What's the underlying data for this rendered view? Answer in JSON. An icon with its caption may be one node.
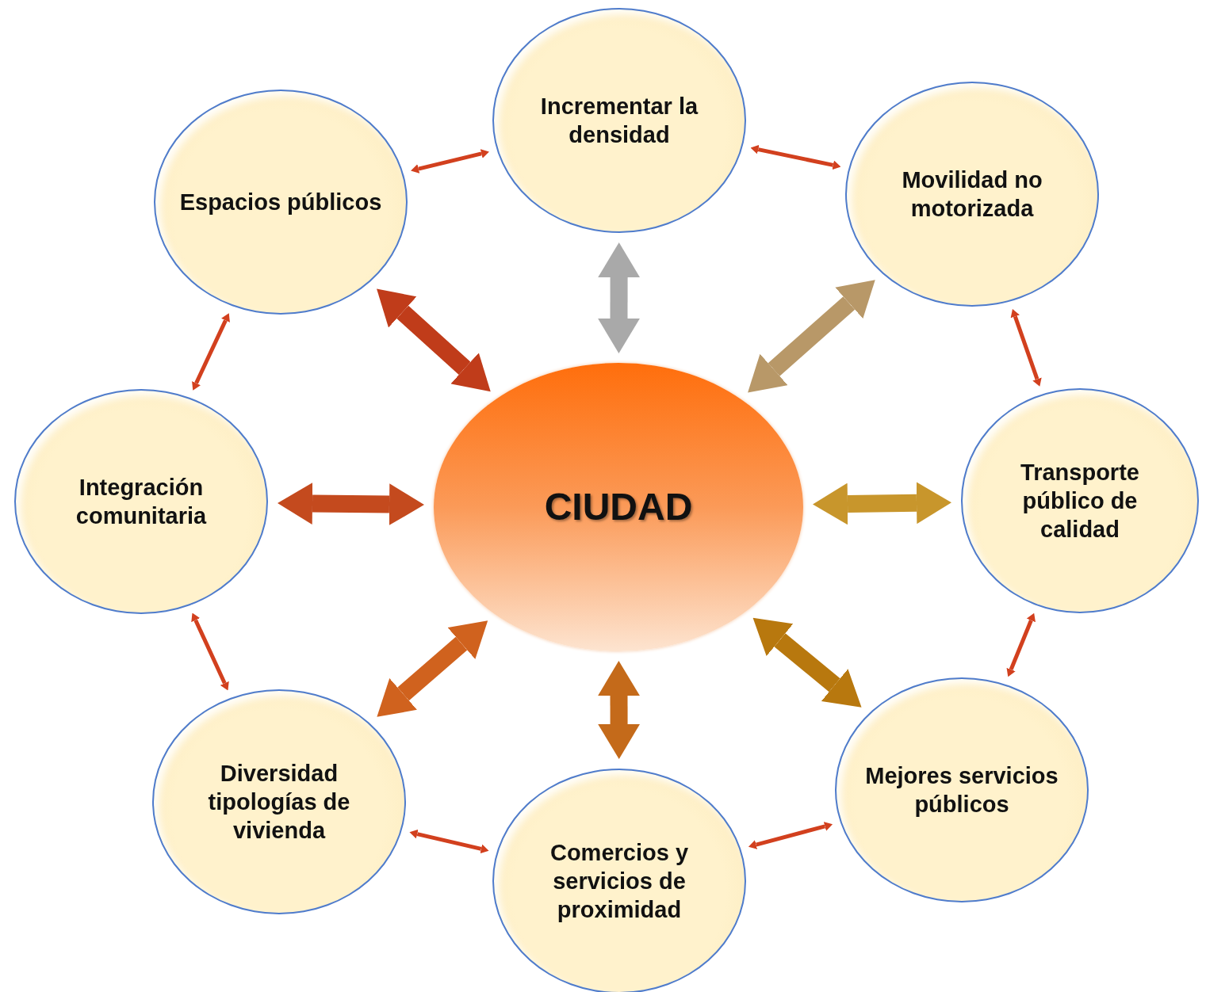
{
  "diagram": {
    "nodes": [
      {
        "text": [
          "CIUDAD"
        ]
      },
      {
        "text": [
          "Incrementar la densidad"
        ]
      },
      {
        "text": [
          "Movilidad no motorizada"
        ]
      },
      {
        "text": [
          "Transporte público de calidad"
        ]
      },
      {
        "text": [
          "Mejores servicios públicos"
        ]
      },
      {
        "text": [
          "Comercios y servicios de proximidad"
        ]
      },
      {
        "text": [
          "Diversidad tipologías de vivienda"
        ]
      },
      {
        "text": [
          "Integración comunitaria"
        ]
      },
      {
        "text": [
          "Espacios públicos"
        ]
      }
    ],
    "edges": [
      {
        "from": 0,
        "to": 1,
        "arrow": "both",
        "style": "thick",
        "color": "#a9a9a9"
      },
      {
        "from": 0,
        "to": 2,
        "arrow": "both",
        "style": "thick",
        "color": "#b89868"
      },
      {
        "from": 0,
        "to": 3,
        "arrow": "both",
        "style": "thick",
        "color": "#c8962c"
      },
      {
        "from": 0,
        "to": 4,
        "arrow": "both",
        "style": "thick",
        "color": "#b8780e"
      },
      {
        "from": 0,
        "to": 5,
        "arrow": "both",
        "style": "thick",
        "color": "#c46a1a"
      },
      {
        "from": 0,
        "to": 6,
        "arrow": "both",
        "style": "thick",
        "color": "#d0621e"
      },
      {
        "from": 0,
        "to": 7,
        "arrow": "both",
        "style": "thick",
        "color": "#c44a1e"
      },
      {
        "from": 0,
        "to": 8,
        "arrow": "both",
        "style": "thick",
        "color": "#c03c1a"
      },
      {
        "from": 1,
        "to": 2,
        "arrow": "both"
      },
      {
        "from": 2,
        "to": 3,
        "arrow": "both"
      },
      {
        "from": 3,
        "to": 4,
        "arrow": "both"
      },
      {
        "from": 4,
        "to": 5,
        "arrow": "both"
      },
      {
        "from": 5,
        "to": 6,
        "arrow": "both"
      },
      {
        "from": 6,
        "to": 7,
        "arrow": "both"
      },
      {
        "from": 7,
        "to": 8,
        "arrow": "both"
      },
      {
        "from": 8,
        "to": 1,
        "arrow": "both"
      }
    ]
  }
}
